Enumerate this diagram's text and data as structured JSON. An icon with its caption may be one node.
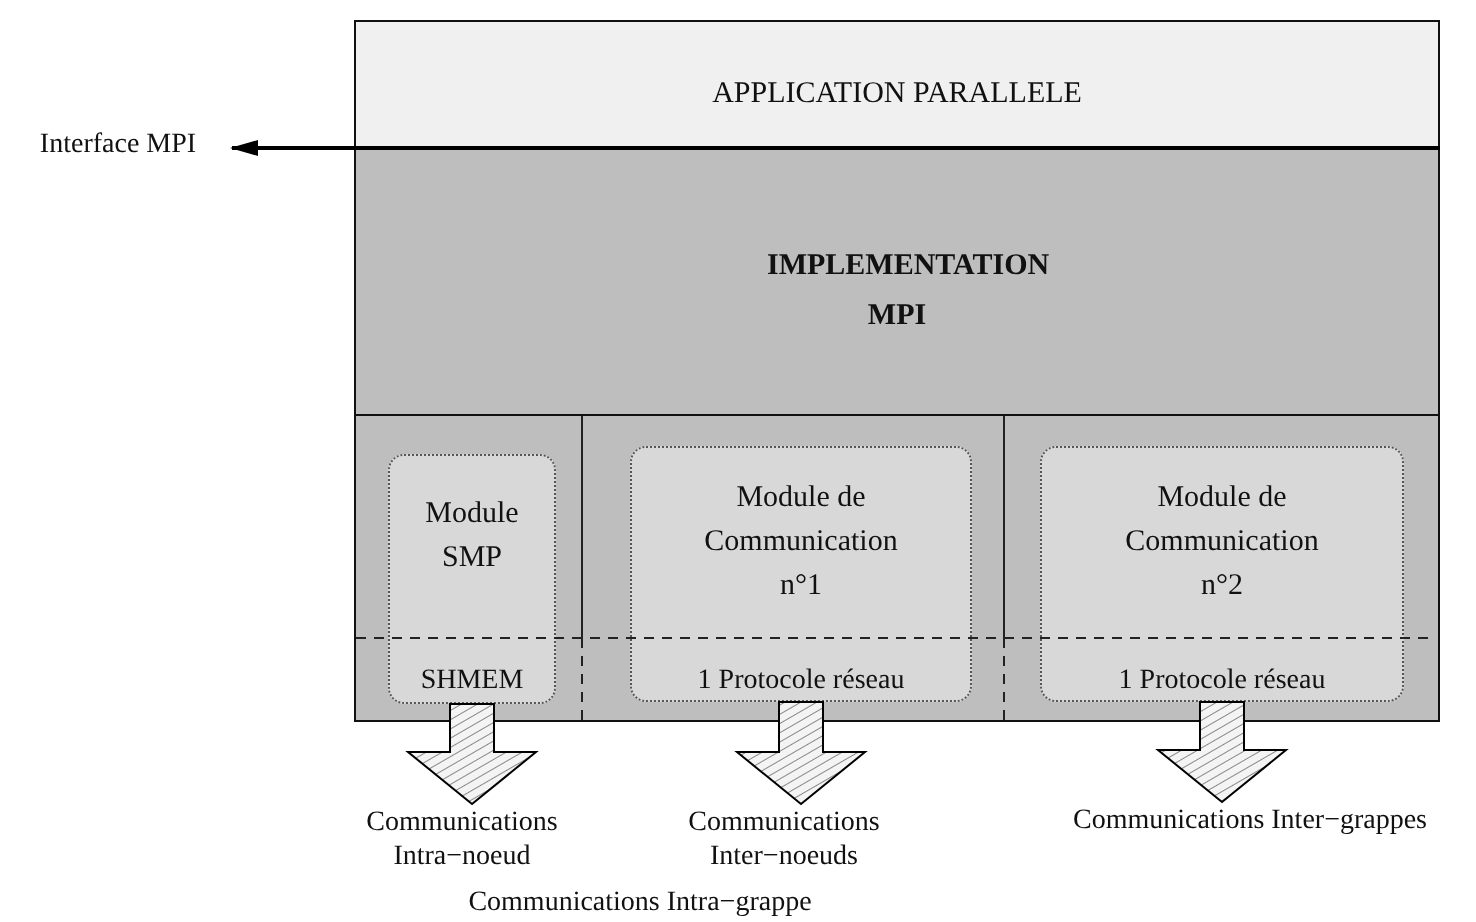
{
  "diagram": {
    "nodes": [
      {
        "text": [
          "APPLICATION PARALLELE"
        ]
      },
      {
        "text": [
          "IMPLEMENTATION MPI"
        ]
      },
      {
        "text": [],
        "shape": "box"
      },
      {
        "text": [
          "Module SMP",
          "SHMEM"
        ],
        "in": 2
      },
      {
        "text": [
          "Module de Communication n°1",
          "1 Protocole réseau"
        ],
        "in": 2
      },
      {
        "text": [
          "Module de Communication n°2",
          "1 Protocole réseau"
        ],
        "in": 2
      },
      {
        "text": [
          "Interface MPI"
        ]
      },
      {
        "text": [
          "Communications Intra−noeud"
        ]
      },
      {
        "text": [
          "Communications Inter−noeuds"
        ]
      },
      {
        "text": [
          "Communications Inter−grappes"
        ]
      }
    ],
    "edges": [
      {
        "from": 0,
        "to": 6,
        "arrow": "to"
      },
      {
        "from": 3,
        "to": 7,
        "arrow": "to",
        "style": "thick"
      },
      {
        "from": 4,
        "to": 8,
        "arrow": "to",
        "style": "thick"
      },
      {
        "from": 5,
        "to": 9,
        "arrow": "to",
        "style": "thick"
      }
    ],
    "labels": [
      "Communications Intra−grappe"
    ]
  }
}
